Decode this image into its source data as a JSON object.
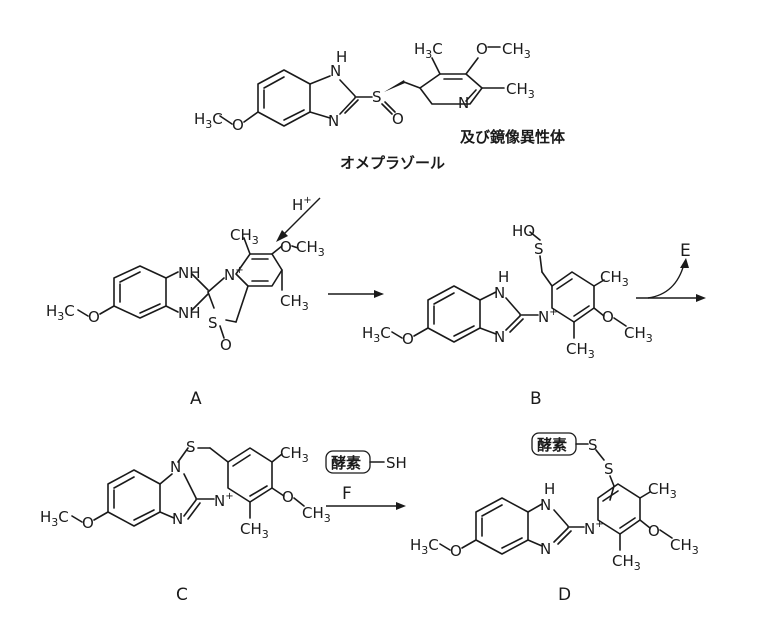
{
  "omeprazole": {
    "name": "オメプラゾール",
    "note": "及び鏡像異性体"
  },
  "reagents": {
    "acid_h": "H",
    "acid_plus": "+",
    "E": "E",
    "F": "F",
    "enzyme": "酵素",
    "SH": "SH"
  },
  "compound_labels": {
    "A": "A",
    "B": "B",
    "C": "C",
    "D": "D"
  },
  "atoms": {
    "N": "N",
    "H": "H",
    "NH": "NH",
    "O": "O",
    "S": "S",
    "OH": "HO",
    "plus": "+",
    "C": "C",
    "H3": "H",
    "three": "3"
  }
}
